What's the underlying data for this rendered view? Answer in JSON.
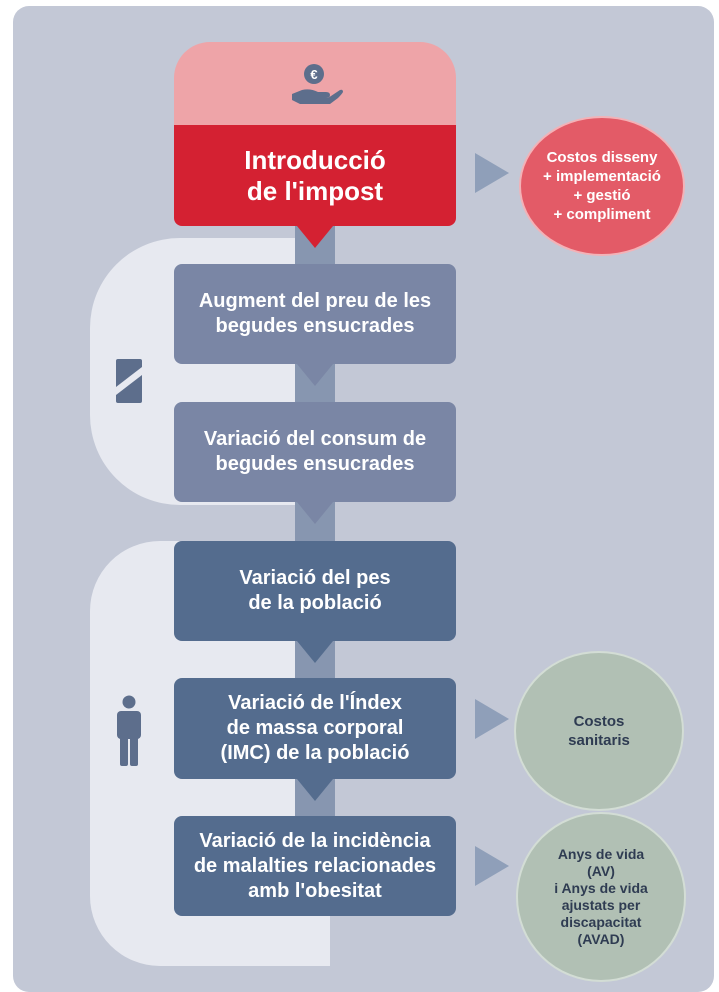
{
  "steps": {
    "intro": "Introducció\nde l'impost",
    "s1": "Augment del preu de les\nbegudes ensucrades",
    "s2": "Variació del consum de\nbegudes ensucrades",
    "s3": "Variació del pes\nde la població",
    "s4": "Variació de l'Índex\nde massa corporal\n(IMC) de la població",
    "s5": "Variació de la incidència\nde malalties relacionades\namb l'obesitat"
  },
  "outcomes": {
    "costs_design": "Costos disseny\n+ implementació\n+ gestió\n+ compliment",
    "health_costs": "Costos\nsanitaris",
    "life_years": "Anys de vida\n(AV)\ni Anys de vida\najustats per\ndiscapacitat\n(AVAD)"
  },
  "icons": {
    "top": "hand-coin-euro-icon",
    "group1": "slash-card-icon",
    "group2": "person-icon"
  },
  "colors": {
    "background": "#c3c8d6",
    "accent_red": "#d42132",
    "step_light": "#7a86a5",
    "step_dark": "#546c8e",
    "circle_green": "#b1c0b4"
  }
}
